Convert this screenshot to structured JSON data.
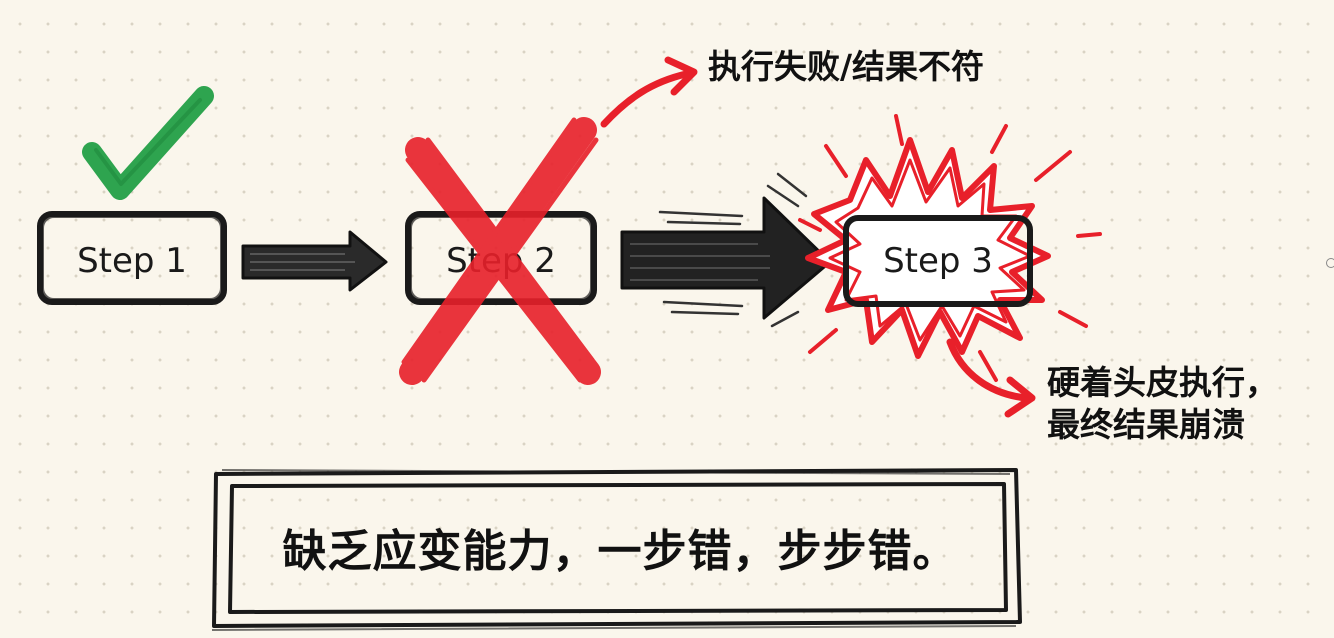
{
  "steps": [
    {
      "label": "Step 1",
      "status": "success"
    },
    {
      "label": "Step 2",
      "status": "failed"
    },
    {
      "label": "Step 3",
      "status": "crashed"
    }
  ],
  "annotations": {
    "failure_note": "执行失败/结果不符",
    "crash_note_line1": "硬着头皮执行，",
    "crash_note_line2": "最终结果崩溃"
  },
  "conclusion": "缺乏应变能力，一步错，步步错。",
  "colors": {
    "background": "#faf6ec",
    "grid_dot": "#d9d3c4",
    "ink": "#1a1a1a",
    "success": "#2ea44f",
    "error": "#e8202a"
  },
  "icons": {
    "check": "check-icon",
    "cross": "cross-icon",
    "explosion": "explosion-burst-icon"
  }
}
